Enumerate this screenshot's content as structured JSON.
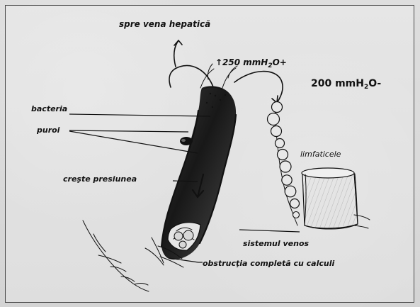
{
  "labels": {
    "top": "spre vena hepatică",
    "pressure_up": "↑250 mmH",
    "pressure_up_sub": "2",
    "pressure_up_tail": "O+",
    "pressure_ref": "200 mmH",
    "pressure_ref_sub": "2",
    "pressure_ref_tail": "O-",
    "bacteria": "bacteria",
    "puroi": "puroi",
    "limfaticele": "limfaticele",
    "creste_presiunea": "creşte presiunea",
    "sistemul_venos": "sistemul venos",
    "obstructia": "obstrucţia completă cu calculi"
  }
}
